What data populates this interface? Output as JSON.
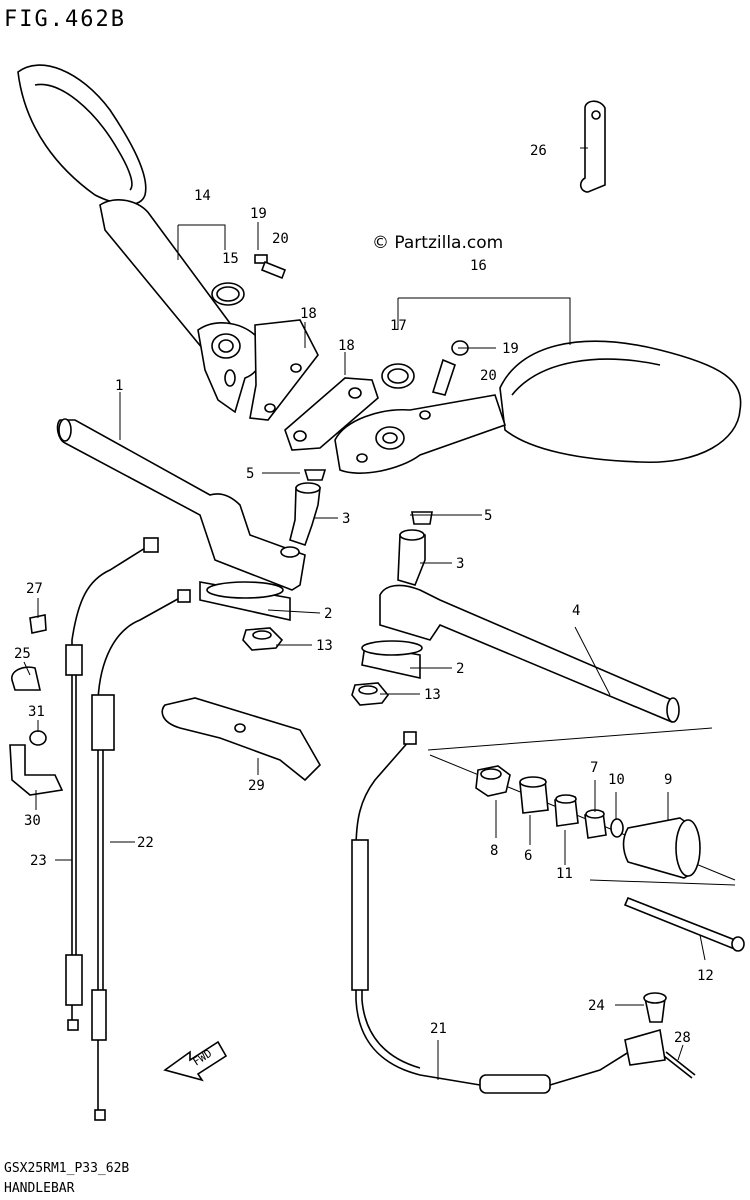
{
  "figure": {
    "title": "FIG.462B",
    "copyright": "© Partzilla.com",
    "code": "GSX25RM1_P33_62B",
    "caption": "HANDLEBAR",
    "fwd_label": "FWD"
  },
  "callouts": [
    {
      "id": "c1",
      "label": "1"
    },
    {
      "id": "c2a",
      "label": "2"
    },
    {
      "id": "c2b",
      "label": "2"
    },
    {
      "id": "c3a",
      "label": "3"
    },
    {
      "id": "c3b",
      "label": "3"
    },
    {
      "id": "c4",
      "label": "4"
    },
    {
      "id": "c5a",
      "label": "5"
    },
    {
      "id": "c5b",
      "label": "5"
    },
    {
      "id": "c6",
      "label": "6"
    },
    {
      "id": "c7",
      "label": "7"
    },
    {
      "id": "c8",
      "label": "8"
    },
    {
      "id": "c9",
      "label": "9"
    },
    {
      "id": "c10",
      "label": "10"
    },
    {
      "id": "c11",
      "label": "11"
    },
    {
      "id": "c12",
      "label": "12"
    },
    {
      "id": "c13a",
      "label": "13"
    },
    {
      "id": "c13b",
      "label": "13"
    },
    {
      "id": "c14",
      "label": "14"
    },
    {
      "id": "c15",
      "label": "15"
    },
    {
      "id": "c16",
      "label": "16"
    },
    {
      "id": "c17",
      "label": "17"
    },
    {
      "id": "c18a",
      "label": "18"
    },
    {
      "id": "c18b",
      "label": "18"
    },
    {
      "id": "c19a",
      "label": "19"
    },
    {
      "id": "c19b",
      "label": "19"
    },
    {
      "id": "c20a",
      "label": "20"
    },
    {
      "id": "c20b",
      "label": "20"
    },
    {
      "id": "c21",
      "label": "21"
    },
    {
      "id": "c22",
      "label": "22"
    },
    {
      "id": "c23",
      "label": "23"
    },
    {
      "id": "c24",
      "label": "24"
    },
    {
      "id": "c25",
      "label": "25"
    },
    {
      "id": "c26",
      "label": "26"
    },
    {
      "id": "c27",
      "label": "27"
    },
    {
      "id": "c28",
      "label": "28"
    },
    {
      "id": "c29",
      "label": "29"
    },
    {
      "id": "c30",
      "label": "30"
    },
    {
      "id": "c31",
      "label": "31"
    }
  ]
}
